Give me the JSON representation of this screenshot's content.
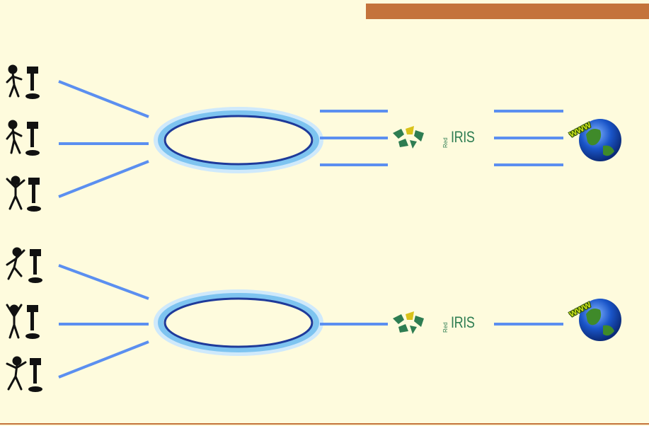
{
  "colors": {
    "background": "#fefbdd",
    "accent_bar": "#c4733b",
    "link_line": "#5b8ff0",
    "ring_outer": "#9fd6f5",
    "ring_inner": "#1e3a9a",
    "rediris_green": "#2e7d52",
    "globe_blue": "#1a55c8",
    "globe_land": "#3f8a2a"
  },
  "networks": [
    {
      "id": "top",
      "users": [
        "user-desktop-1",
        "user-desktop-2",
        "user-desktop-3"
      ],
      "uplinks": 3,
      "rediris_label": "IRIS",
      "rediris_small": "Red",
      "www_label": "www"
    },
    {
      "id": "bottom",
      "users": [
        "user-desktop-4",
        "user-desktop-5",
        "user-desktop-6"
      ],
      "uplinks": 1,
      "rediris_label": "IRIS",
      "rediris_small": "Red",
      "www_label": "www"
    }
  ],
  "icons": {
    "user": "person-icon",
    "computer": "computer-icon",
    "ring": "network-ring-icon",
    "rediris_logo": "rediris-logo",
    "globe": "globe-icon"
  }
}
